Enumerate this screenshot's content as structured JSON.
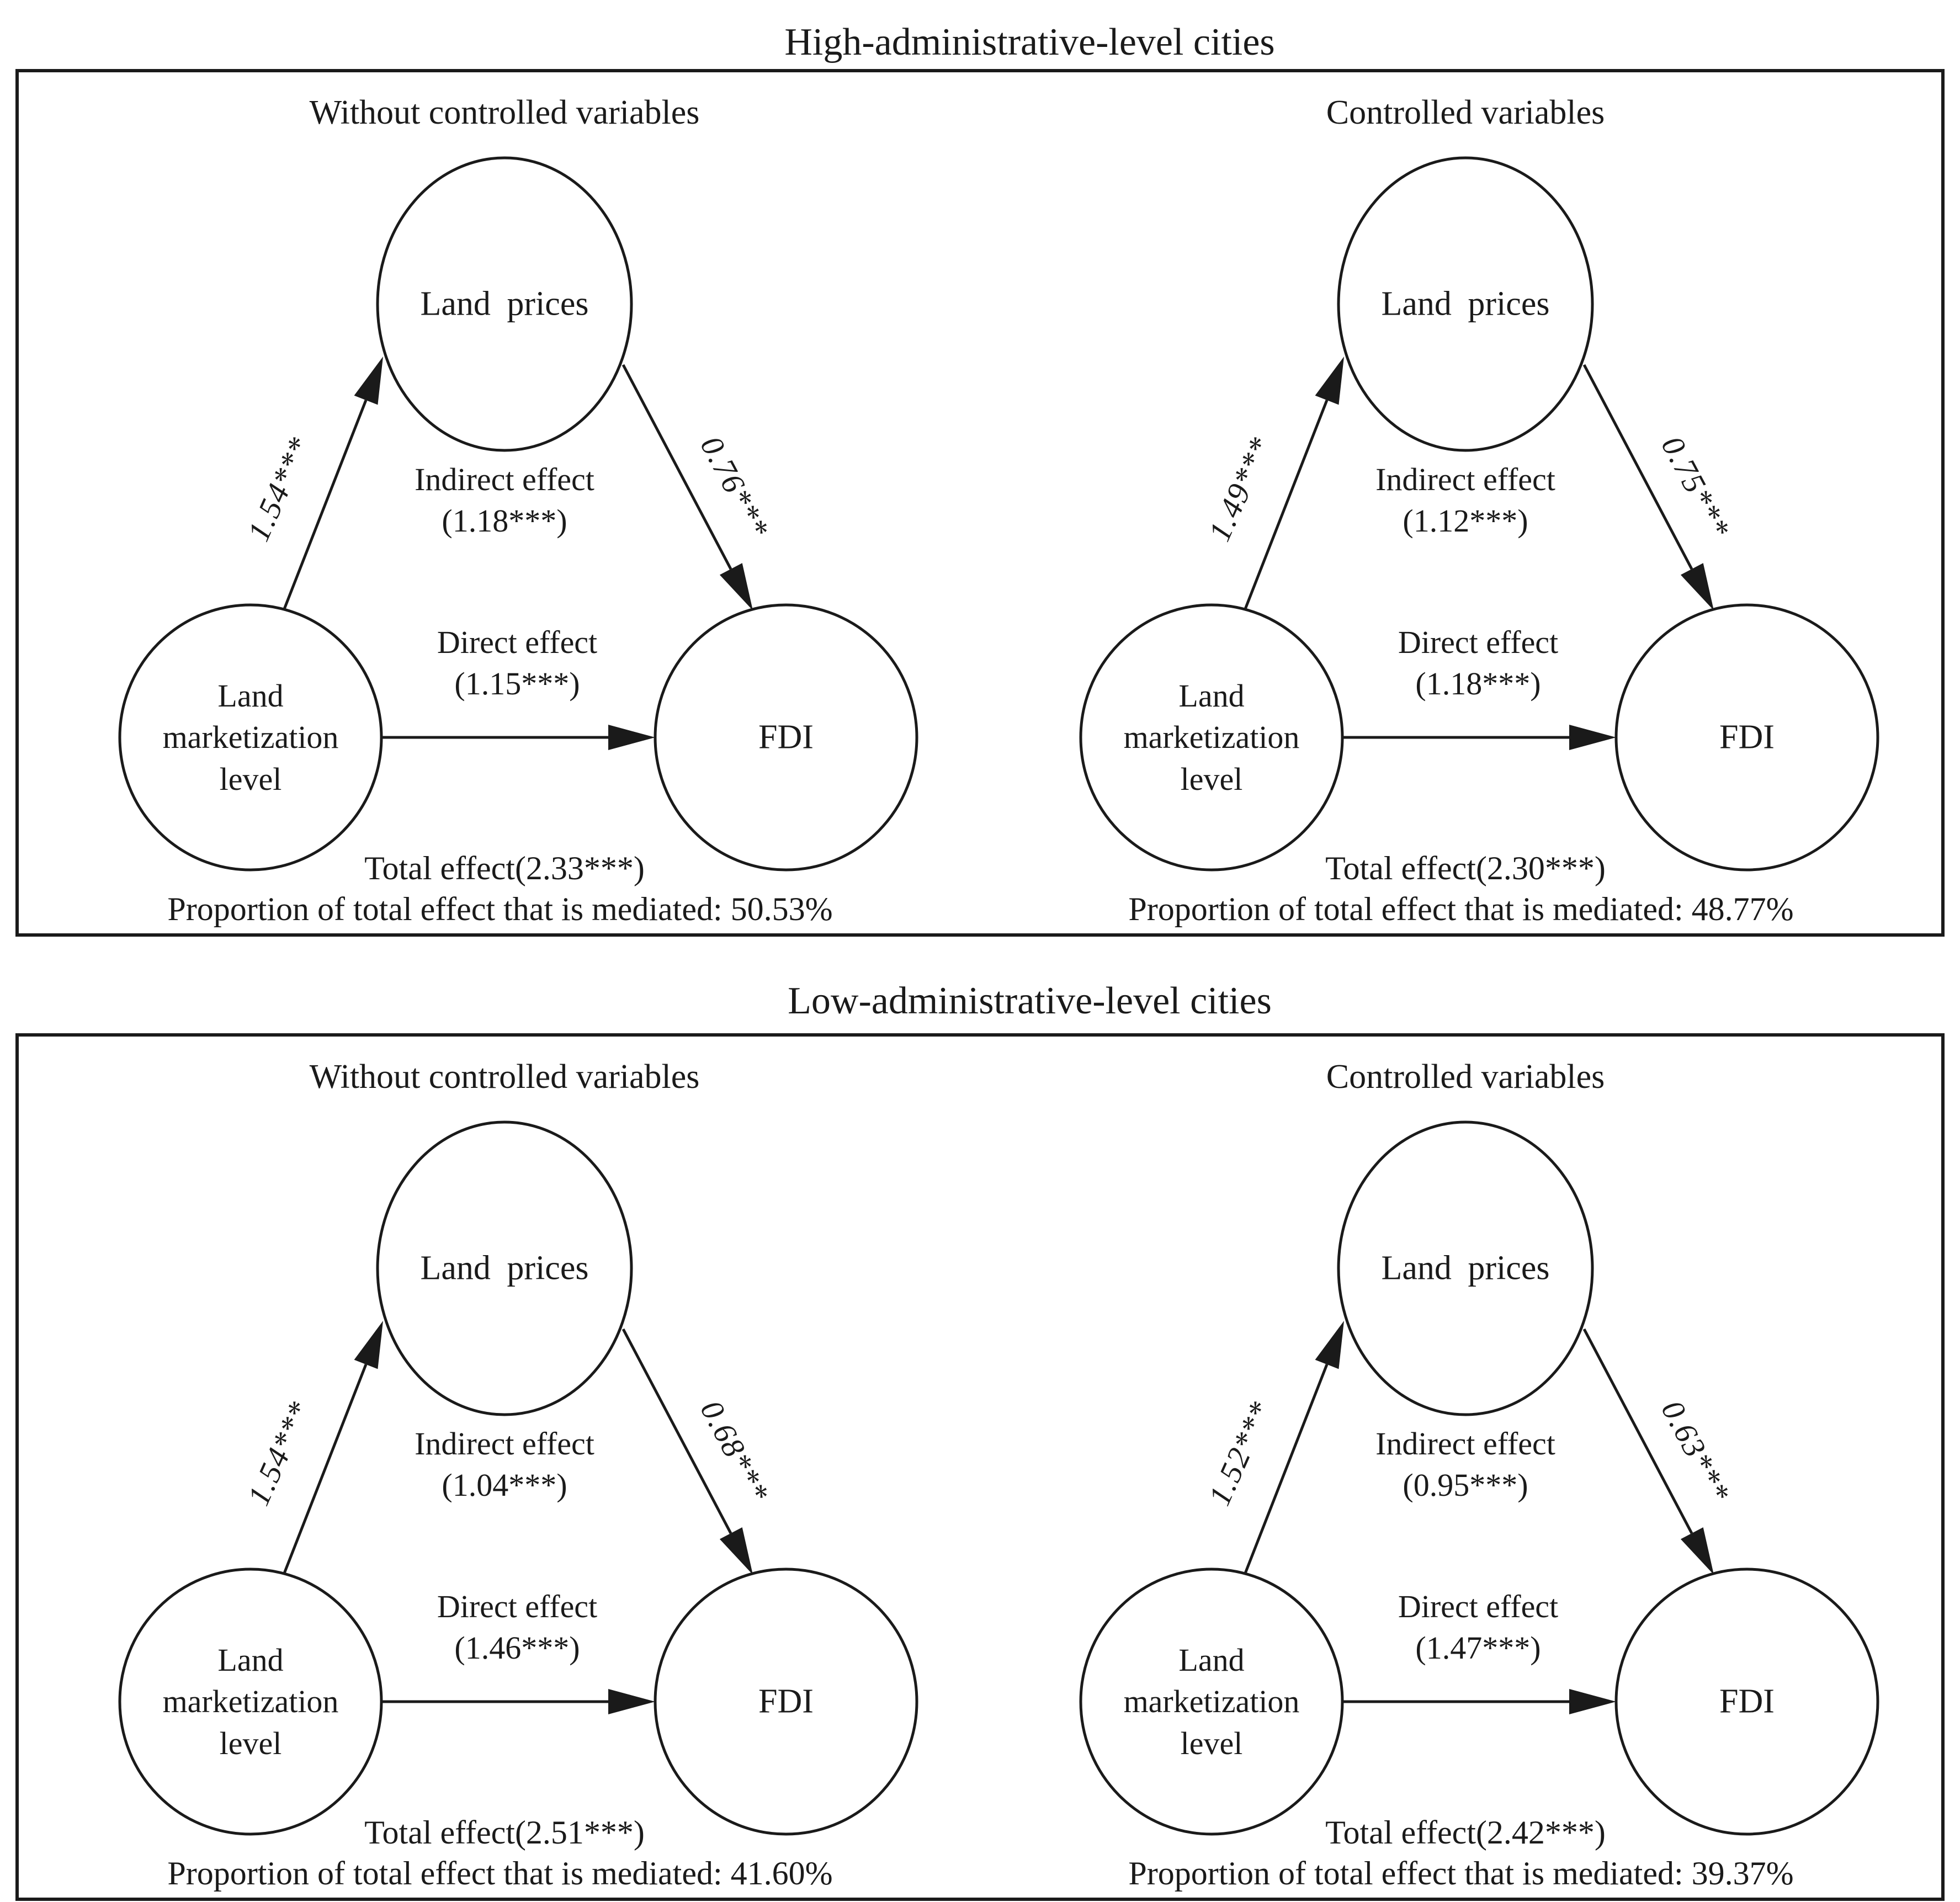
{
  "page": {
    "background": "#ffffff",
    "ink": "#1a1a1a"
  },
  "sections": [
    {
      "title": "High-administrative-level cities",
      "panels": [
        {
          "subtitle": "Without controlled variables",
          "mediator": "Land prices",
          "predictor_lines": [
            "Land",
            "marketization",
            "level"
          ],
          "outcome": "FDI",
          "a_coef": "1.54***",
          "b_coef": "0.76***",
          "indirect_line1": "Indirect effect",
          "indirect_line2": "(1.18***)",
          "direct_line1": "Direct effect",
          "direct_line2": "(1.15***)",
          "total_effect": "Total effect(2.33***)",
          "proportion": "Proportion of total effect that is mediated: 50.53%"
        },
        {
          "subtitle": "Controlled variables",
          "mediator": "Land prices",
          "predictor_lines": [
            "Land",
            "marketization",
            "level"
          ],
          "outcome": "FDI",
          "a_coef": "1.49***",
          "b_coef": "0.75***",
          "indirect_line1": "Indirect effect",
          "indirect_line2": "(1.12***)",
          "direct_line1": "Direct effect",
          "direct_line2": "(1.18***)",
          "total_effect": "Total effect(2.30***)",
          "proportion": "Proportion of total effect that is mediated: 48.77%"
        }
      ]
    },
    {
      "title": "Low-administrative-level cities",
      "panels": [
        {
          "subtitle": "Without controlled variables",
          "mediator": "Land prices",
          "predictor_lines": [
            "Land",
            "marketization",
            "level"
          ],
          "outcome": "FDI",
          "a_coef": "1.54***",
          "b_coef": "0.68***",
          "indirect_line1": "Indirect effect",
          "indirect_line2": "(1.04***)",
          "direct_line1": "Direct effect",
          "direct_line2": "(1.46***)",
          "total_effect": "Total effect(2.51***)",
          "proportion": "Proportion of total effect that is mediated: 41.60%"
        },
        {
          "subtitle": "Controlled variables",
          "mediator": "Land prices",
          "predictor_lines": [
            "Land",
            "marketization",
            "level"
          ],
          "outcome": "FDI",
          "a_coef": "1.52***",
          "b_coef": "0.63***",
          "indirect_line1": "Indirect effect",
          "indirect_line2": "(0.95***)",
          "direct_line1": "Direct effect",
          "direct_line2": "(1.47***)",
          "total_effect": "Total effect(2.42***)",
          "proportion": "Proportion of total effect that is mediated: 39.37%"
        }
      ]
    }
  ]
}
